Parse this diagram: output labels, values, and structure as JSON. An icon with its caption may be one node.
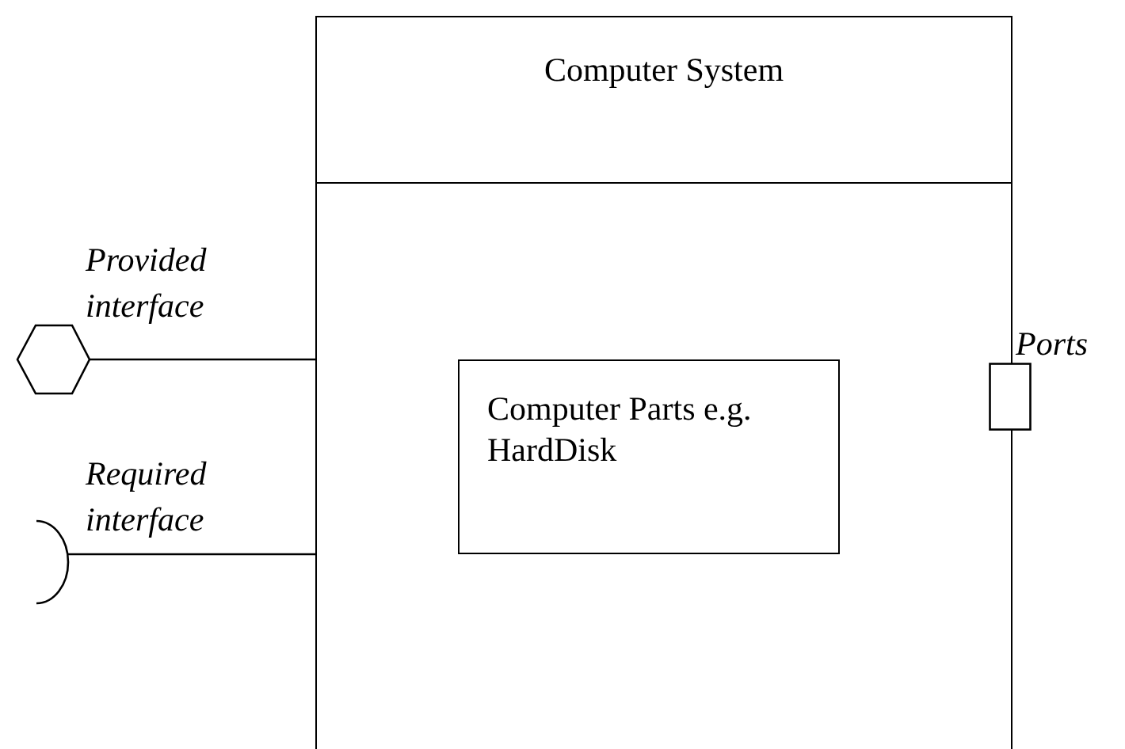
{
  "diagram": {
    "nodes": [
      {
        "text": [
          "Computer System"
        ]
      },
      {
        "text": [
          "Computer Parts e.g. HardDisk"
        ],
        "in": 0
      },
      {
        "text": [],
        "shape": "hexagon"
      },
      {
        "text": [],
        "shape": "arc"
      },
      {
        "text": [],
        "shape": "box",
        "beside": [
          "Ports"
        ]
      }
    ],
    "edges": [
      {
        "from": 2,
        "to": 0,
        "arrow": "none",
        "label": "Provided interface"
      },
      {
        "from": 3,
        "to": 0,
        "arrow": "none",
        "label": "Required interface"
      }
    ]
  }
}
